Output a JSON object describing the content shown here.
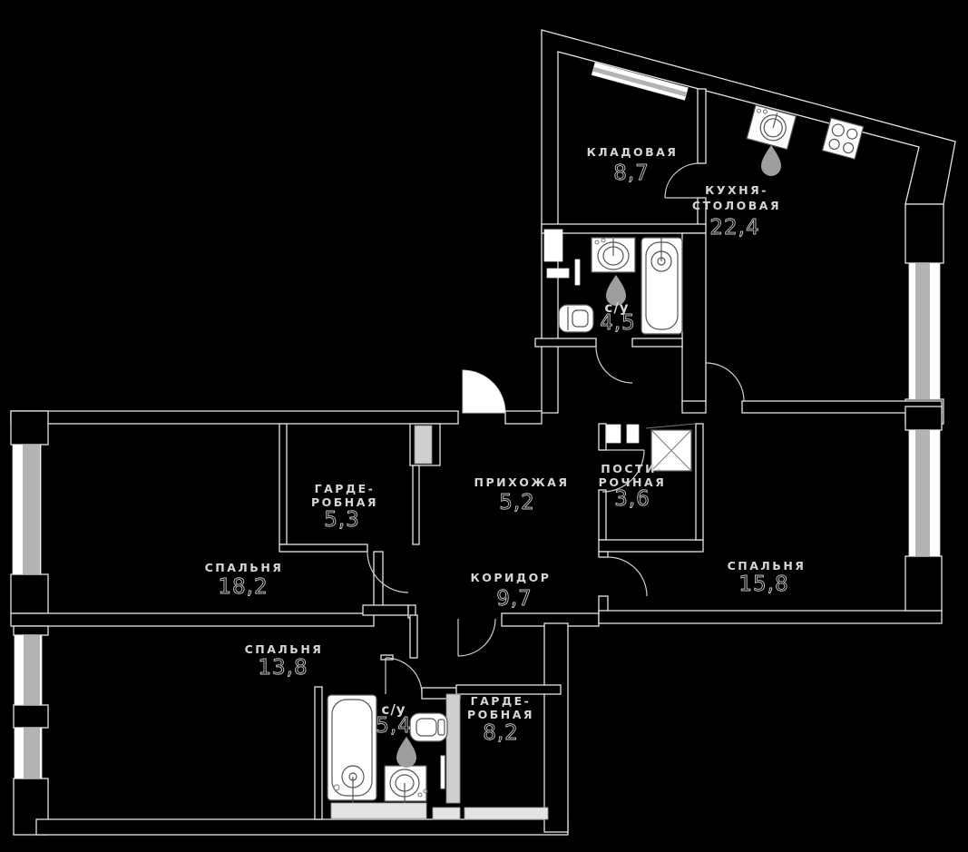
{
  "plan": {
    "type": "apartment-floor-plan",
    "language": "ru",
    "rooms": [
      {
        "id": "kladovaya",
        "name": [
          "КЛАДОВАЯ"
        ],
        "area": "8,7"
      },
      {
        "id": "kitchen-dining",
        "name": [
          "КУХНЯ-",
          "СТОЛОВАЯ"
        ],
        "area": "22,4"
      },
      {
        "id": "bathroom-1",
        "name": [
          "с/у"
        ],
        "area": "4,5"
      },
      {
        "id": "prihozhaya",
        "name": [
          "ПРИХОЖАЯ"
        ],
        "area": "5,2"
      },
      {
        "id": "garderobnaya-1",
        "name": [
          "ГАРДЕ-",
          "РОБНАЯ"
        ],
        "area": "5,3"
      },
      {
        "id": "postirochnaya",
        "name": [
          "ПОСТИ-",
          "РОЧНАЯ"
        ],
        "area": "3,6"
      },
      {
        "id": "bedroom-1",
        "name": [
          "СПАЛЬНЯ"
        ],
        "area": "18,2"
      },
      {
        "id": "koridor",
        "name": [
          "КОРИДОР"
        ],
        "area": "9,7"
      },
      {
        "id": "bedroom-2",
        "name": [
          "СПАЛЬНЯ"
        ],
        "area": "15,8"
      },
      {
        "id": "bedroom-3",
        "name": [
          "СПАЛЬНЯ"
        ],
        "area": "13,8"
      },
      {
        "id": "bathroom-2",
        "name": [
          "с/у"
        ],
        "area": "5,4"
      },
      {
        "id": "garderobnaya-2",
        "name": [
          "ГАРДЕ-",
          "РОБНАЯ"
        ],
        "area": "8,2"
      }
    ],
    "icons": [
      "bathtub-icon",
      "sink-icon",
      "toilet-icon",
      "stove-icon",
      "kitchen-sink-icon",
      "washing-machine-icon",
      "water-drop-icon",
      "window-icon",
      "door-swing-icon",
      "entrance-door-icon"
    ]
  },
  "colors": {
    "background": "#000000",
    "wall_line": "#e3e3e3",
    "window_glass": "#b3b3b3",
    "door_line": "#cfcfcf",
    "fixture_line": "#555555",
    "water_drop": "#9e9e9e",
    "label": "#d6d6d6",
    "area_number": "#c9c9c9"
  }
}
